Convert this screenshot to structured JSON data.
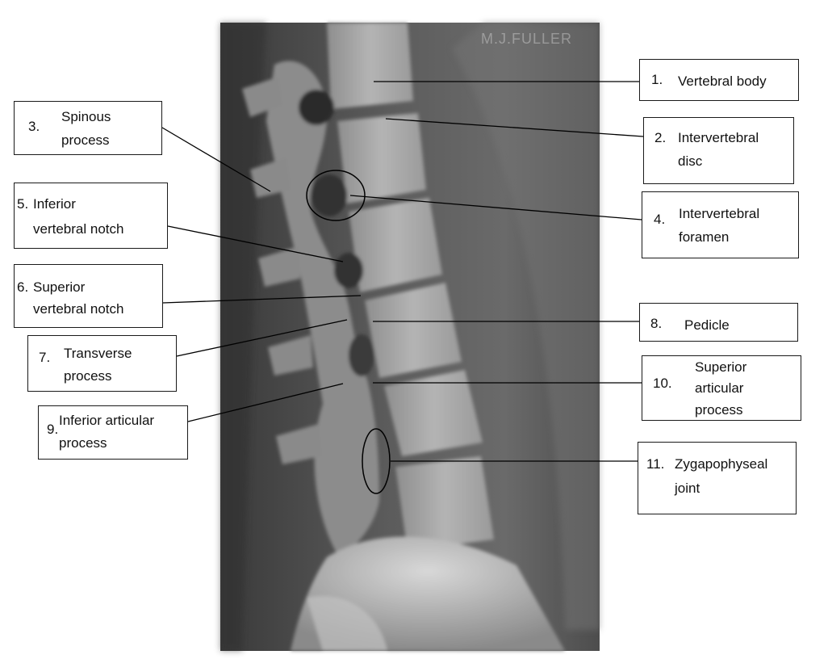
{
  "watermark": "M.J.FULLER",
  "labels": [
    {
      "id": "vertebral-body",
      "number": "1.",
      "lines": [
        "Vertebral body"
      ]
    },
    {
      "id": "intervertebral-disc",
      "number": "2.",
      "lines": [
        "Intervertebral",
        "disc"
      ]
    },
    {
      "id": "spinous-process",
      "number": "3.",
      "lines": [
        "Spinous",
        "process"
      ]
    },
    {
      "id": "intervertebral-foramen",
      "number": "4.",
      "lines": [
        "Intervertebral",
        "foramen"
      ]
    },
    {
      "id": "inferior-vertebral-notch",
      "number": "5.",
      "lines": [
        "Inferior",
        "vertebral notch"
      ]
    },
    {
      "id": "superior-vertebral-notch",
      "number": "6.",
      "lines": [
        "Superior",
        "vertebral notch"
      ]
    },
    {
      "id": "transverse-process",
      "number": "7.",
      "lines": [
        "Transverse",
        "process"
      ]
    },
    {
      "id": "pedicle",
      "number": "8.",
      "lines": [
        "Pedicle"
      ]
    },
    {
      "id": "inferior-articular-process",
      "number": "9.",
      "lines": [
        "Inferior articular",
        "process"
      ]
    },
    {
      "id": "superior-articular-process",
      "number": "10.",
      "lines": [
        "Superior",
        "articular",
        "process"
      ]
    },
    {
      "id": "zygapophyseal-joint",
      "number": "11.",
      "lines": [
        "Zygapophyseal",
        "joint"
      ]
    }
  ]
}
